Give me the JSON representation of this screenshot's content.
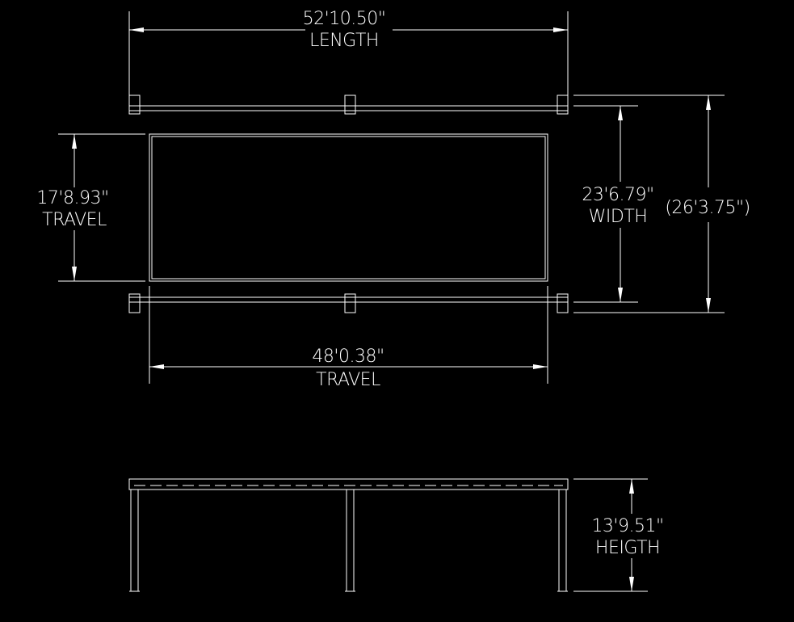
{
  "colors": {
    "background": "#000000",
    "line": "#ffffff"
  },
  "dimensions": {
    "length": {
      "value": "52'10.50\"",
      "label": "LENGTH"
    },
    "travel_y": {
      "value": "17'8.93\"",
      "label": "TRAVEL"
    },
    "width": {
      "value": "23'6.79\"",
      "label": "WIDTH"
    },
    "overall": {
      "value": "(26'3.75\")"
    },
    "travel_x": {
      "value": "48'0.38\"",
      "label": "TRAVEL"
    },
    "height": {
      "value": "13'9.51\"",
      "label": "HEIGTH"
    }
  }
}
